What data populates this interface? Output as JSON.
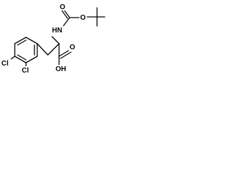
{
  "molecule": {
    "atoms": {
      "o_ether": "O",
      "o_carbonyl": "O",
      "nh": "HN",
      "oh": "OH",
      "o_acid": "O",
      "cl_meta": "Cl",
      "cl_ortho": "Cl"
    }
  }
}
